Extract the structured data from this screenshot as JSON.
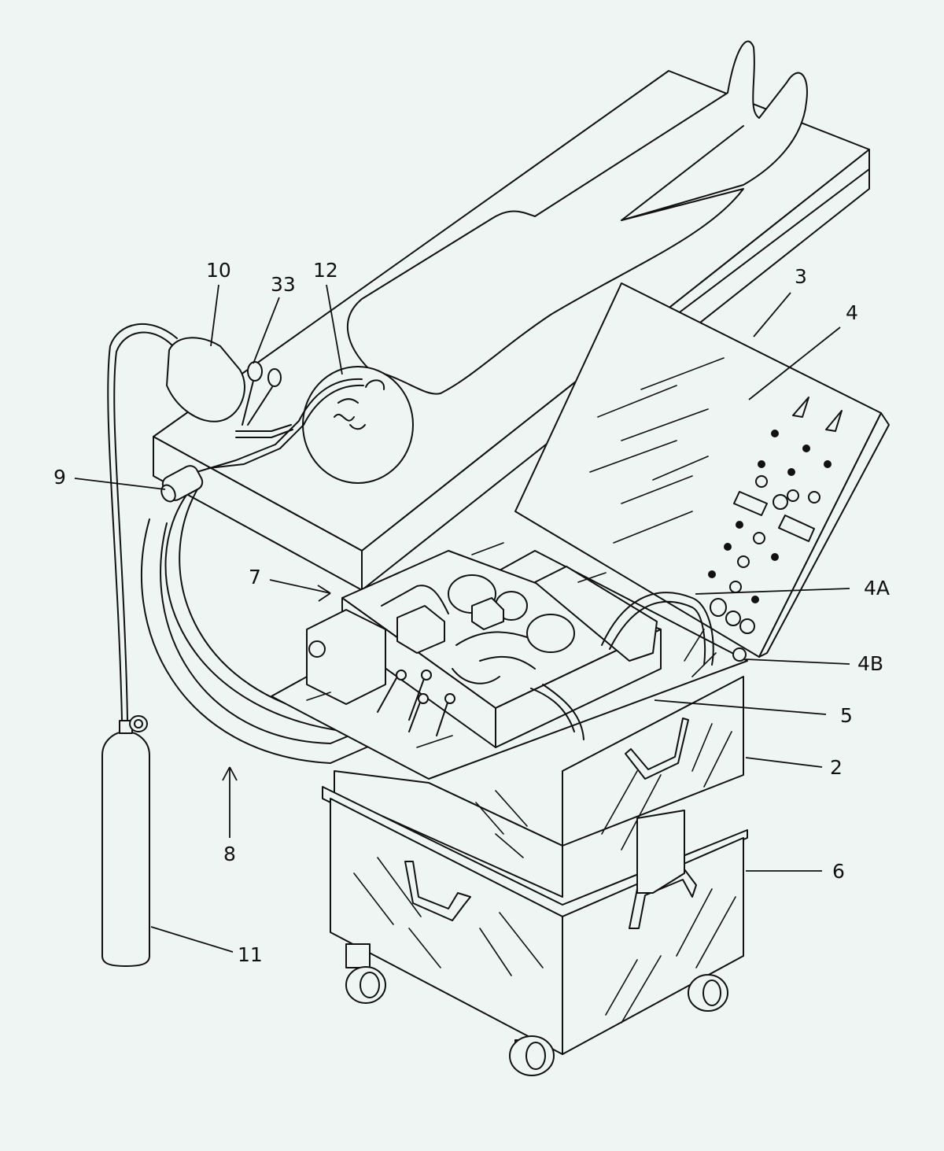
{
  "diagram": {
    "reference_labels": {
      "l10": "10",
      "l33": "33",
      "l12": "12",
      "l3": "3",
      "l4": "4",
      "l9": "9",
      "l7": "7",
      "l4A": "4A",
      "l4B": "4B",
      "l5": "5",
      "l2": "2",
      "l8": "8",
      "l6": "6",
      "l11": "11"
    }
  }
}
